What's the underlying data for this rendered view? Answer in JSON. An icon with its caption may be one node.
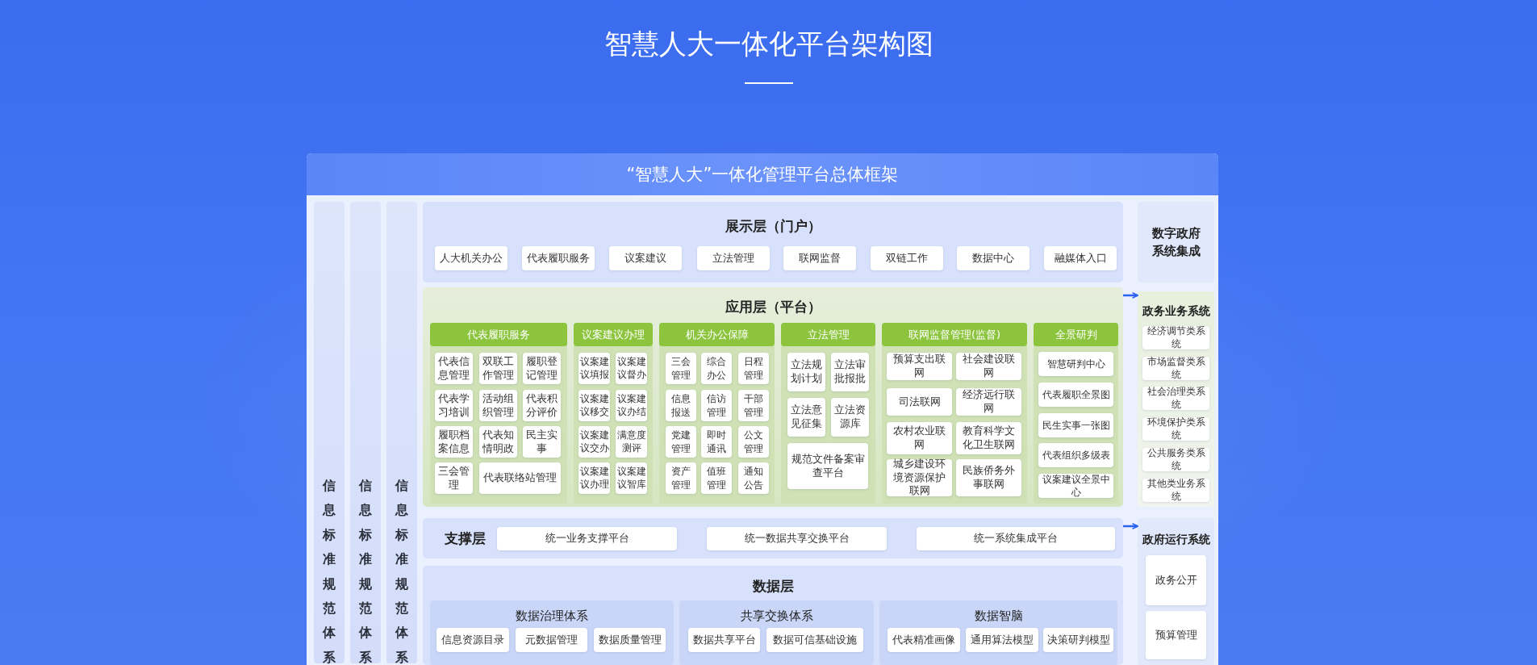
{
  "diagram": {
    "title": "智慧人大一体化平台架构图",
    "nodes": [
      {
        "text": [
          "“智慧人大”一体化管理平台总体框架"
        ]
      },
      {
        "text": [
          "信息标准规范体系"
        ],
        "in": 0
      },
      {
        "text": [
          "信息标准规范体系"
        ],
        "in": 0
      },
      {
        "text": [
          "信息标准规范体系"
        ],
        "in": 0
      },
      {
        "text": [
          "展示层（门户）"
        ],
        "in": 0
      },
      {
        "text": [
          "人大机关办公"
        ],
        "in": 4
      },
      {
        "text": [
          "代表履职服务"
        ],
        "in": 4
      },
      {
        "text": [
          "议案建议"
        ],
        "in": 4
      },
      {
        "text": [
          "立法管理"
        ],
        "in": 4
      },
      {
        "text": [
          "联网监督"
        ],
        "in": 4
      },
      {
        "text": [
          "双链工作"
        ],
        "in": 4
      },
      {
        "text": [
          "数据中心"
        ],
        "in": 4
      },
      {
        "text": [
          "融媒体入口"
        ],
        "in": 4
      },
      {
        "text": [
          "数字政府系统集成"
        ],
        "in": 0
      },
      {
        "text": [
          "应用层（平台）"
        ],
        "in": 0
      },
      {
        "text": [
          "代表履职服务"
        ],
        "in": 14
      },
      {
        "text": [
          "代表信息管理"
        ],
        "in": 15
      },
      {
        "text": [
          "双联工作管理"
        ],
        "in": 15
      },
      {
        "text": [
          "履职登记管理"
        ],
        "in": 15
      },
      {
        "text": [
          "代表学习培训"
        ],
        "in": 15
      },
      {
        "text": [
          "活动组织管理"
        ],
        "in": 15
      },
      {
        "text": [
          "代表积分评价"
        ],
        "in": 15
      },
      {
        "text": [
          "履职档案信息"
        ],
        "in": 15
      },
      {
        "text": [
          "代表知情明政"
        ],
        "in": 15
      },
      {
        "text": [
          "民主实事"
        ],
        "in": 15
      },
      {
        "text": [
          "三会管理"
        ],
        "in": 15
      },
      {
        "text": [
          "代表联络站管理"
        ],
        "in": 15
      },
      {
        "text": [
          "议案建议办理"
        ],
        "in": 14
      },
      {
        "text": [
          "议案建议填报"
        ],
        "in": 27
      },
      {
        "text": [
          "议案建议督办"
        ],
        "in": 27
      },
      {
        "text": [
          "议案建议移交"
        ],
        "in": 27
      },
      {
        "text": [
          "议案建议办结"
        ],
        "in": 27
      },
      {
        "text": [
          "议案建议交办"
        ],
        "in": 27
      },
      {
        "text": [
          "满意度测评"
        ],
        "in": 27
      },
      {
        "text": [
          "议案建议办理"
        ],
        "in": 27
      },
      {
        "text": [
          "议案建议智库"
        ],
        "in": 27
      },
      {
        "text": [
          "机关办公保障"
        ],
        "in": 14
      },
      {
        "text": [
          "三会管理"
        ],
        "in": 36
      },
      {
        "text": [
          "综合办公"
        ],
        "in": 36
      },
      {
        "text": [
          "日程管理"
        ],
        "in": 36
      },
      {
        "text": [
          "信息报送"
        ],
        "in": 36
      },
      {
        "text": [
          "信访管理"
        ],
        "in": 36
      },
      {
        "text": [
          "干部管理"
        ],
        "in": 36
      },
      {
        "text": [
          "党建管理"
        ],
        "in": 36
      },
      {
        "text": [
          "即时通讯"
        ],
        "in": 36
      },
      {
        "text": [
          "公文管理"
        ],
        "in": 36
      },
      {
        "text": [
          "资产管理"
        ],
        "in": 36
      },
      {
        "text": [
          "值班管理"
        ],
        "in": 36
      },
      {
        "text": [
          "通知公告"
        ],
        "in": 36
      },
      {
        "text": [
          "立法管理"
        ],
        "in": 14
      },
      {
        "text": [
          "立法规划计划"
        ],
        "in": 49
      },
      {
        "text": [
          "立法审批报批"
        ],
        "in": 49
      },
      {
        "text": [
          "立法意见征集"
        ],
        "in": 49
      },
      {
        "text": [
          "立法资源库"
        ],
        "in": 49
      },
      {
        "text": [
          "规范文件备案审查平台"
        ],
        "in": 49
      },
      {
        "text": [
          "联网监督管理(监督)"
        ],
        "in": 14
      },
      {
        "text": [
          "预算支出联网"
        ],
        "in": 55
      },
      {
        "text": [
          "社会建设联网"
        ],
        "in": 55
      },
      {
        "text": [
          "司法联网"
        ],
        "in": 55
      },
      {
        "text": [
          "经济远行联网"
        ],
        "in": 55
      },
      {
        "text": [
          "农村农业联网"
        ],
        "in": 55
      },
      {
        "text": [
          "教育科学文化卫生联网"
        ],
        "in": 55
      },
      {
        "text": [
          "城乡建设环境资源保护联网"
        ],
        "in": 55
      },
      {
        "text": [
          "民族侨务外事联网"
        ],
        "in": 55
      },
      {
        "text": [
          "全景研判"
        ],
        "in": 14
      },
      {
        "text": [
          "智慧研判中心"
        ],
        "in": 64
      },
      {
        "text": [
          "代表履职全景图"
        ],
        "in": 64
      },
      {
        "text": [
          "民生实事一张图"
        ],
        "in": 64
      },
      {
        "text": [
          "代表组织多级表"
        ],
        "in": 64
      },
      {
        "text": [
          "议案建议全景中心"
        ],
        "in": 64
      },
      {
        "text": [
          "政务业务系统"
        ],
        "in": 0
      },
      {
        "text": [
          "经济调节类系统"
        ],
        "in": 70
      },
      {
        "text": [
          "市场监督类系统"
        ],
        "in": 70
      },
      {
        "text": [
          "社会治理类系统"
        ],
        "in": 70
      },
      {
        "text": [
          "环境保护类系统"
        ],
        "in": 70
      },
      {
        "text": [
          "公共服务类系统"
        ],
        "in": 70
      },
      {
        "text": [
          "其他类业务系统"
        ],
        "in": 70
      },
      {
        "text": [
          "支撑层"
        ],
        "in": 0
      },
      {
        "text": [
          "统一业务支撑平台"
        ],
        "in": 77
      },
      {
        "text": [
          "统一数据共享交换平台"
        ],
        "in": 77
      },
      {
        "text": [
          "统一系统集成平台"
        ],
        "in": 77
      },
      {
        "text": [
          "政府运行系统"
        ],
        "in": 0
      },
      {
        "text": [
          "政务公开"
        ],
        "in": 81
      },
      {
        "text": [
          "预算管理"
        ],
        "in": 81
      },
      {
        "text": [
          "数据层"
        ],
        "in": 0
      },
      {
        "text": [
          "数据治理体系"
        ],
        "in": 84
      },
      {
        "text": [
          "信息资源目录"
        ],
        "in": 85
      },
      {
        "text": [
          "元数据管理"
        ],
        "in": 85
      },
      {
        "text": [
          "数据质量管理"
        ],
        "in": 85
      },
      {
        "text": [
          "共享交换体系"
        ],
        "in": 84
      },
      {
        "text": [
          "数据共享平台"
        ],
        "in": 89
      },
      {
        "text": [
          "数据可信基础设施"
        ],
        "in": 89
      },
      {
        "text": [
          "数据智脑"
        ],
        "in": 84
      },
      {
        "text": [
          "代表精准画像"
        ],
        "in": 92
      },
      {
        "text": [
          "通用算法模型"
        ],
        "in": 92
      },
      {
        "text": [
          "决策研判模型"
        ],
        "in": 92
      }
    ],
    "edges": [
      {
        "from": 14,
        "to": 70,
        "arrow": "to"
      },
      {
        "from": 77,
        "to": 81,
        "arrow": "to"
      }
    ]
  }
}
